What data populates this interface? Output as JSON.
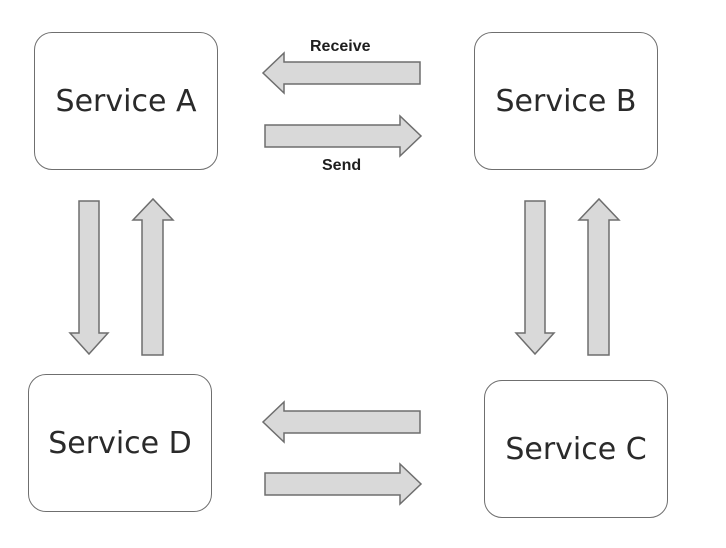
{
  "nodes": {
    "service_a": "Service A",
    "service_b": "Service B",
    "service_c": "Service C",
    "service_d": "Service D"
  },
  "edge_labels": {
    "receive": "Receive",
    "send": "Send"
  },
  "colors": {
    "arrow_fill": "#d9d9d9",
    "arrow_stroke": "#6e6e6e",
    "node_border": "#6f6f6f",
    "text": "#2a2a2a"
  }
}
